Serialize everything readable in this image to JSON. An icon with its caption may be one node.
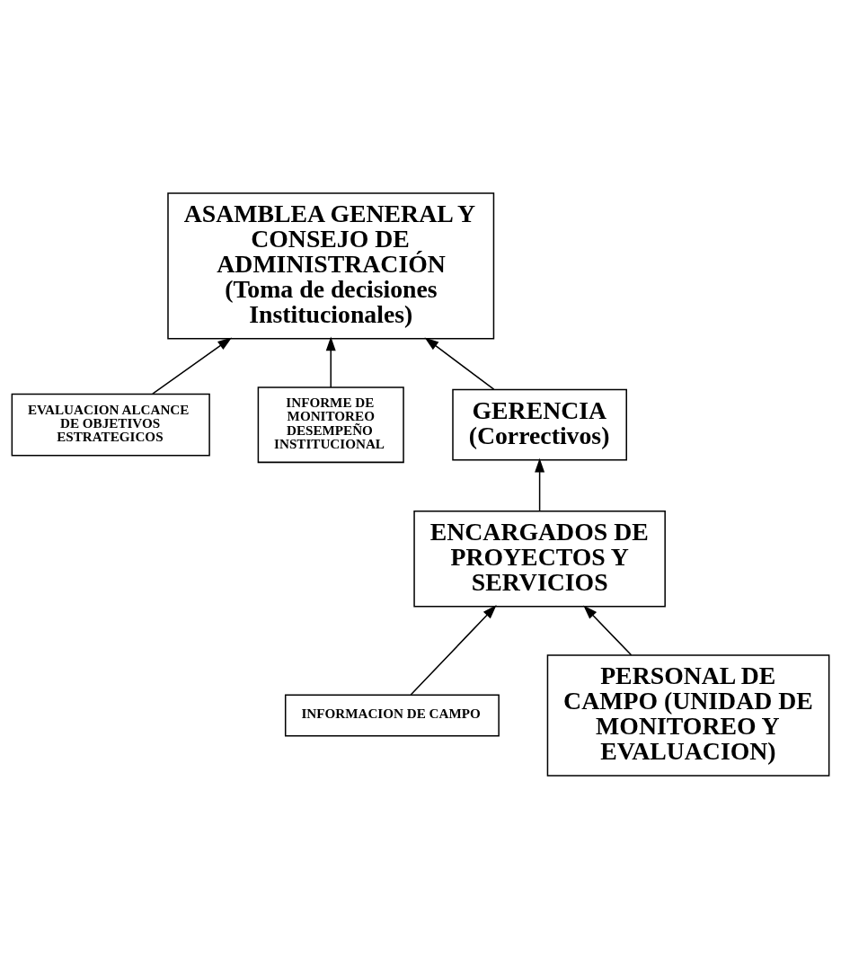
{
  "diagram": {
    "nodes": [
      {
        "text": [
          "ASAMBLEA GENERAL Y CONSEJO DE ADMINISTRACIÓN",
          "(Toma de decisiones Institucionales)"
        ]
      },
      {
        "text": [
          "EVALUACION ALCANCE DE OBJETIVOS ESTRATEGICOS"
        ]
      },
      {
        "text": [
          "INFORME DE MONITOREO DESEMPEÑO INSTITUCIONAL"
        ]
      },
      {
        "text": [
          "GERENCIA",
          "(Correctivos)"
        ]
      },
      {
        "text": [
          "ENCARGADOS DE PROYECTOS Y SERVICIOS"
        ]
      },
      {
        "text": [
          "INFORMACION DE CAMPO"
        ]
      },
      {
        "text": [
          "PERSONAL DE CAMPO (UNIDAD DE MONITOREO Y EVALUACION)"
        ]
      }
    ],
    "edges": [
      {
        "from": 1,
        "to": 0,
        "arrow": "to"
      },
      {
        "from": 2,
        "to": 0,
        "arrow": "to"
      },
      {
        "from": 3,
        "to": 0,
        "arrow": "to"
      },
      {
        "from": 4,
        "to": 3,
        "arrow": "to"
      },
      {
        "from": 5,
        "to": 4,
        "arrow": "to"
      },
      {
        "from": 6,
        "to": 4,
        "arrow": "to"
      }
    ]
  }
}
